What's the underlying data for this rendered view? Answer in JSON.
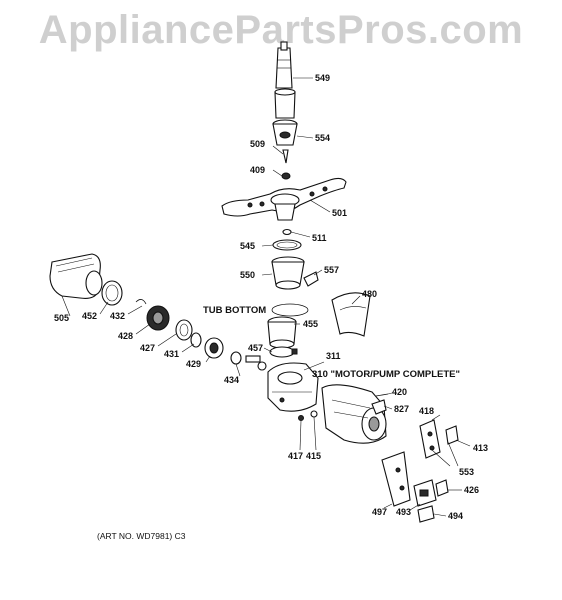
{
  "watermark": "AppliancePartsPros.com",
  "art_note": "(ART NO. WD7981) C3",
  "callouts": {
    "p549": "549",
    "p554": "554",
    "p509": "509",
    "p409": "409",
    "p501": "501",
    "p511": "511",
    "p545": "545",
    "p557": "557",
    "p550": "550",
    "p480": "480",
    "p505": "505",
    "p452": "452",
    "p432": "432",
    "p428": "428",
    "p427": "427",
    "p431": "431",
    "p429": "429",
    "p434": "434",
    "p455": "455",
    "p457": "457",
    "p311": "311",
    "p310": "310 \"MOTOR/PUMP COMPLETE\"",
    "p420": "420",
    "p827": "827",
    "p418": "418",
    "p413": "413",
    "p553": "553",
    "p417": "417",
    "p415": "415",
    "p426": "426",
    "p497": "497",
    "p493": "493",
    "p494": "494",
    "tub_bottom": "TUB BOTTOM"
  }
}
